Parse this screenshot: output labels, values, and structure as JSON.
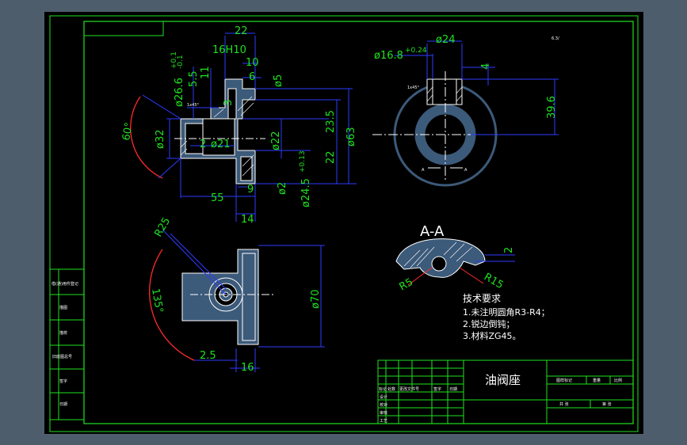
{
  "title_block": {
    "part_name": "油阀座",
    "top_labels": [
      "图样标记",
      "重量",
      "比例"
    ],
    "bottom_labels": [
      "共 张",
      "第 张"
    ],
    "rev_headers": [
      "标记",
      "处数",
      "更改文件号",
      "签字",
      "日期"
    ],
    "rev_rows": [
      "设计",
      "校对",
      "审核",
      "工艺"
    ]
  },
  "left_column_labels": [
    "借(通)用件登记",
    "描图",
    "描校",
    "旧底图总号",
    "签字",
    "日期"
  ],
  "technical_requirements": {
    "heading": "技术要求",
    "items": [
      "1.未注明圆角R3-R4；",
      "2.锐边倒钝；",
      "3.材料ZG45。"
    ]
  },
  "section_label": "A-A",
  "section_marks": [
    "A",
    "A"
  ],
  "front_view_dims": {
    "d22": "22",
    "d16h10": "16H10",
    "d10": "10",
    "d5_5": "5.5",
    "d11": "11",
    "d6": "6",
    "d5": "ø5",
    "d26": "ø26.6",
    "d26_tol_up": "+0.1",
    "d26_tol_low": "-0.1",
    "chamfer1": "1x45°",
    "d32": "ø32",
    "angle60": "60°",
    "d2": "2",
    "d21": "ø21",
    "d22b": "ø22",
    "d23_5": "23.5",
    "d63": "ø63",
    "d22c": "22",
    "d24_5": "ø24.5",
    "d24_5_tol": "+0.13",
    "d9": "9",
    "d55": "55",
    "d14": "14",
    "d2b": "ø2",
    "d3": "3"
  },
  "side_view_dims": {
    "d24": "ø24",
    "d16_8": "ø16.8",
    "d16_8_tol": "+0.24",
    "d4": "4",
    "d39_6": "39.6",
    "chamfer": "1x45°"
  },
  "top_view_dims": {
    "r25": "R25",
    "angle135": "135°",
    "d70": "ø70",
    "d2_5": "2.5",
    "d16": "16"
  },
  "section_dims": {
    "r5": "R5",
    "r15": "R15",
    "d2": "2"
  },
  "surface_mark": "6.3/"
}
